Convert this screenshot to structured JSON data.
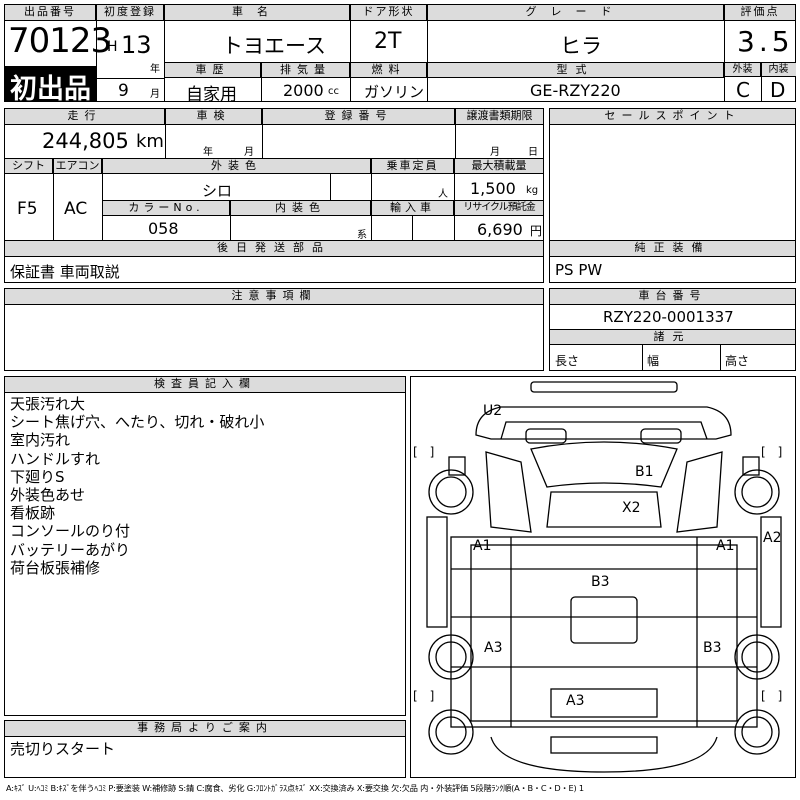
{
  "lot": {
    "label": "出品番号",
    "number": "70123",
    "badge": "初出品"
  },
  "first_reg": {
    "label": "初度登録",
    "era": "H",
    "year": "13",
    "year_unit": "年",
    "month": "9",
    "month_unit": "月"
  },
  "car_name": {
    "label": "車名",
    "value": "トヨエース"
  },
  "door": {
    "label": "ドア形状",
    "value": "2T"
  },
  "grade": {
    "label": "グレード",
    "value": "ヒラ"
  },
  "score": {
    "label": "評価点",
    "value": "3.5",
    "ext_label": "外装",
    "int_label": "内装",
    "ext": "C",
    "int": "D"
  },
  "history": {
    "label": "車歴",
    "value": "自家用"
  },
  "displacement": {
    "label": "排気量",
    "value": "2000",
    "unit": "cc"
  },
  "fuel": {
    "label": "燃料",
    "value": "ガソリン"
  },
  "model": {
    "label": "型式",
    "value": "GE-RZY220"
  },
  "mileage": {
    "label": "走行",
    "value": "244,805",
    "unit": "km"
  },
  "inspection": {
    "label": "車検",
    "year_unit": "年",
    "month_unit": "月"
  },
  "reg_number": {
    "label": "登録番号"
  },
  "transfer": {
    "label": "譲渡書類期限",
    "month_unit": "月",
    "day_unit": "日"
  },
  "shift": {
    "label": "シフト",
    "value": "F5"
  },
  "aircon": {
    "label": "エアコン",
    "value": "AC"
  },
  "ext_color": {
    "label": "外装色",
    "value": "シロ"
  },
  "capacity": {
    "label": "乗車定員",
    "unit": "人"
  },
  "max_load": {
    "label": "最大積載量",
    "value": "1,500",
    "unit": "kg"
  },
  "color_no": {
    "label": "カラーNo.",
    "value": "058"
  },
  "int_color": {
    "label": "内装色",
    "unit": "系"
  },
  "import": {
    "label": "輸入車"
  },
  "recycle": {
    "label": "リサイクル預託金",
    "value": "6,690",
    "unit": "円"
  },
  "later_parts": {
    "label": "後日発送部品",
    "value": "保証書 車両取説"
  },
  "sales_points": {
    "label": "セールスポイント"
  },
  "genuine_equip": {
    "label": "純正装備",
    "value": "PS PW"
  },
  "notes": {
    "label": "注意事項欄"
  },
  "chassis": {
    "label": "車台番号",
    "value": "RZY220-0001337"
  },
  "dims": {
    "label": "諸元",
    "length": "長さ",
    "width": "幅",
    "height": "高さ"
  },
  "inspector": {
    "label": "検査員記入欄",
    "lines": [
      "天張汚れ大",
      "シート焦げ穴、へたり、切れ・破れ小",
      "室内汚れ",
      "ハンドルすれ",
      "下廻りS",
      "外装色あせ",
      "看板跡",
      "コンソールのり付",
      "バッテリーあがり",
      "荷台板張補修"
    ]
  },
  "office": {
    "label": "事務局よりご案内",
    "value": "売切りスタート"
  },
  "diagram": {
    "marks": [
      "U2",
      "B1",
      "X2",
      "A1",
      "A1",
      "A2",
      "B3",
      "A3",
      "B3",
      "A3"
    ],
    "brackets": "[　]"
  },
  "legend": "A:ｷｽﾞ U:ﾍｺﾐ B:ｷｽﾞを伴うﾍｺﾐ P:要塗装 W:補修跡 S:錆 C:腐食、劣化 G:ﾌﾛﾝﾄｶﾞﾗｽ点ｷｽﾞ XX:交換済み X:要交換 欠:欠品 内・外装評価 5段階ﾗﾝｸ順(A・B・C・D・E) 1"
}
